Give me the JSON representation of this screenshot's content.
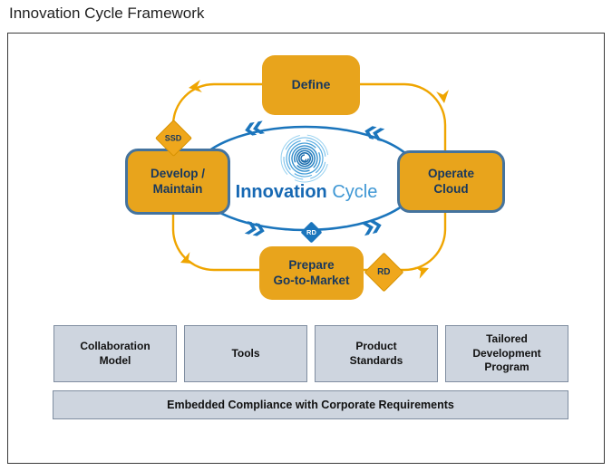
{
  "page": {
    "title": "Innovation Cycle Framework"
  },
  "diagram": {
    "center": {
      "logo": "spiral-swirl-icon",
      "title_bold": "Innovation",
      "title_light": "Cycle"
    },
    "nodes": {
      "define": {
        "label": "Define"
      },
      "develop": {
        "line1": "Develop /",
        "line2": "Maintain"
      },
      "operate": {
        "line1": "Operate",
        "line2": "Cloud"
      },
      "prepare": {
        "line1": "Prepare",
        "line2": "Go-to-Market"
      }
    },
    "badges": {
      "ssd": {
        "label": "SSD"
      },
      "rd_inner": {
        "label": "RD"
      },
      "rd_outer": {
        "label": "RD"
      }
    },
    "colors": {
      "accent_orange": "#EFA500",
      "node_fill": "#E8A41C",
      "node_text": "#17375E",
      "cycle_blue": "#1B75BC",
      "node_border_blue": "#44739E",
      "pillar_fill": "#CED5DF",
      "pillar_border": "#7F8DA0"
    }
  },
  "foundation": {
    "pillars": [
      {
        "label": "Collaboration Model"
      },
      {
        "label": "Tools"
      },
      {
        "label": "Product Standards"
      },
      {
        "label": "Tailored Development Program"
      }
    ],
    "compliance_bar": {
      "label": "Embedded Compliance with Corporate Requirements"
    }
  }
}
